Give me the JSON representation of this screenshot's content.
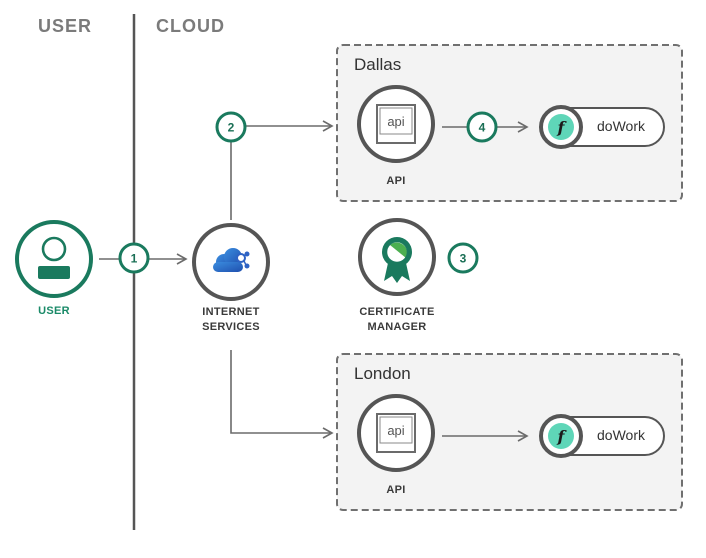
{
  "lanes": {
    "user": "USER",
    "cloud": "CLOUD"
  },
  "regions": [
    {
      "name": "Dallas"
    },
    {
      "name": "London"
    }
  ],
  "nodes": {
    "user": "USER",
    "internet_services_line1": "INTERNET",
    "internet_services_line2": "SERVICES",
    "cert_manager_line1": "CERTIFICATE",
    "cert_manager_line2": "MANAGER",
    "api_dallas": "API",
    "api_london": "API",
    "api_icon_text": "api",
    "function_dallas": "doWork",
    "function_london": "doWork",
    "function_icon_text": "f"
  },
  "steps": [
    "1",
    "2",
    "3",
    "4"
  ],
  "colors": {
    "accent_green": "#1a7a5e",
    "arrow_gray": "#6b6b6b",
    "cloud_blue": "#2f63c4",
    "divider": "#555555",
    "dashed_border": "#707070"
  }
}
